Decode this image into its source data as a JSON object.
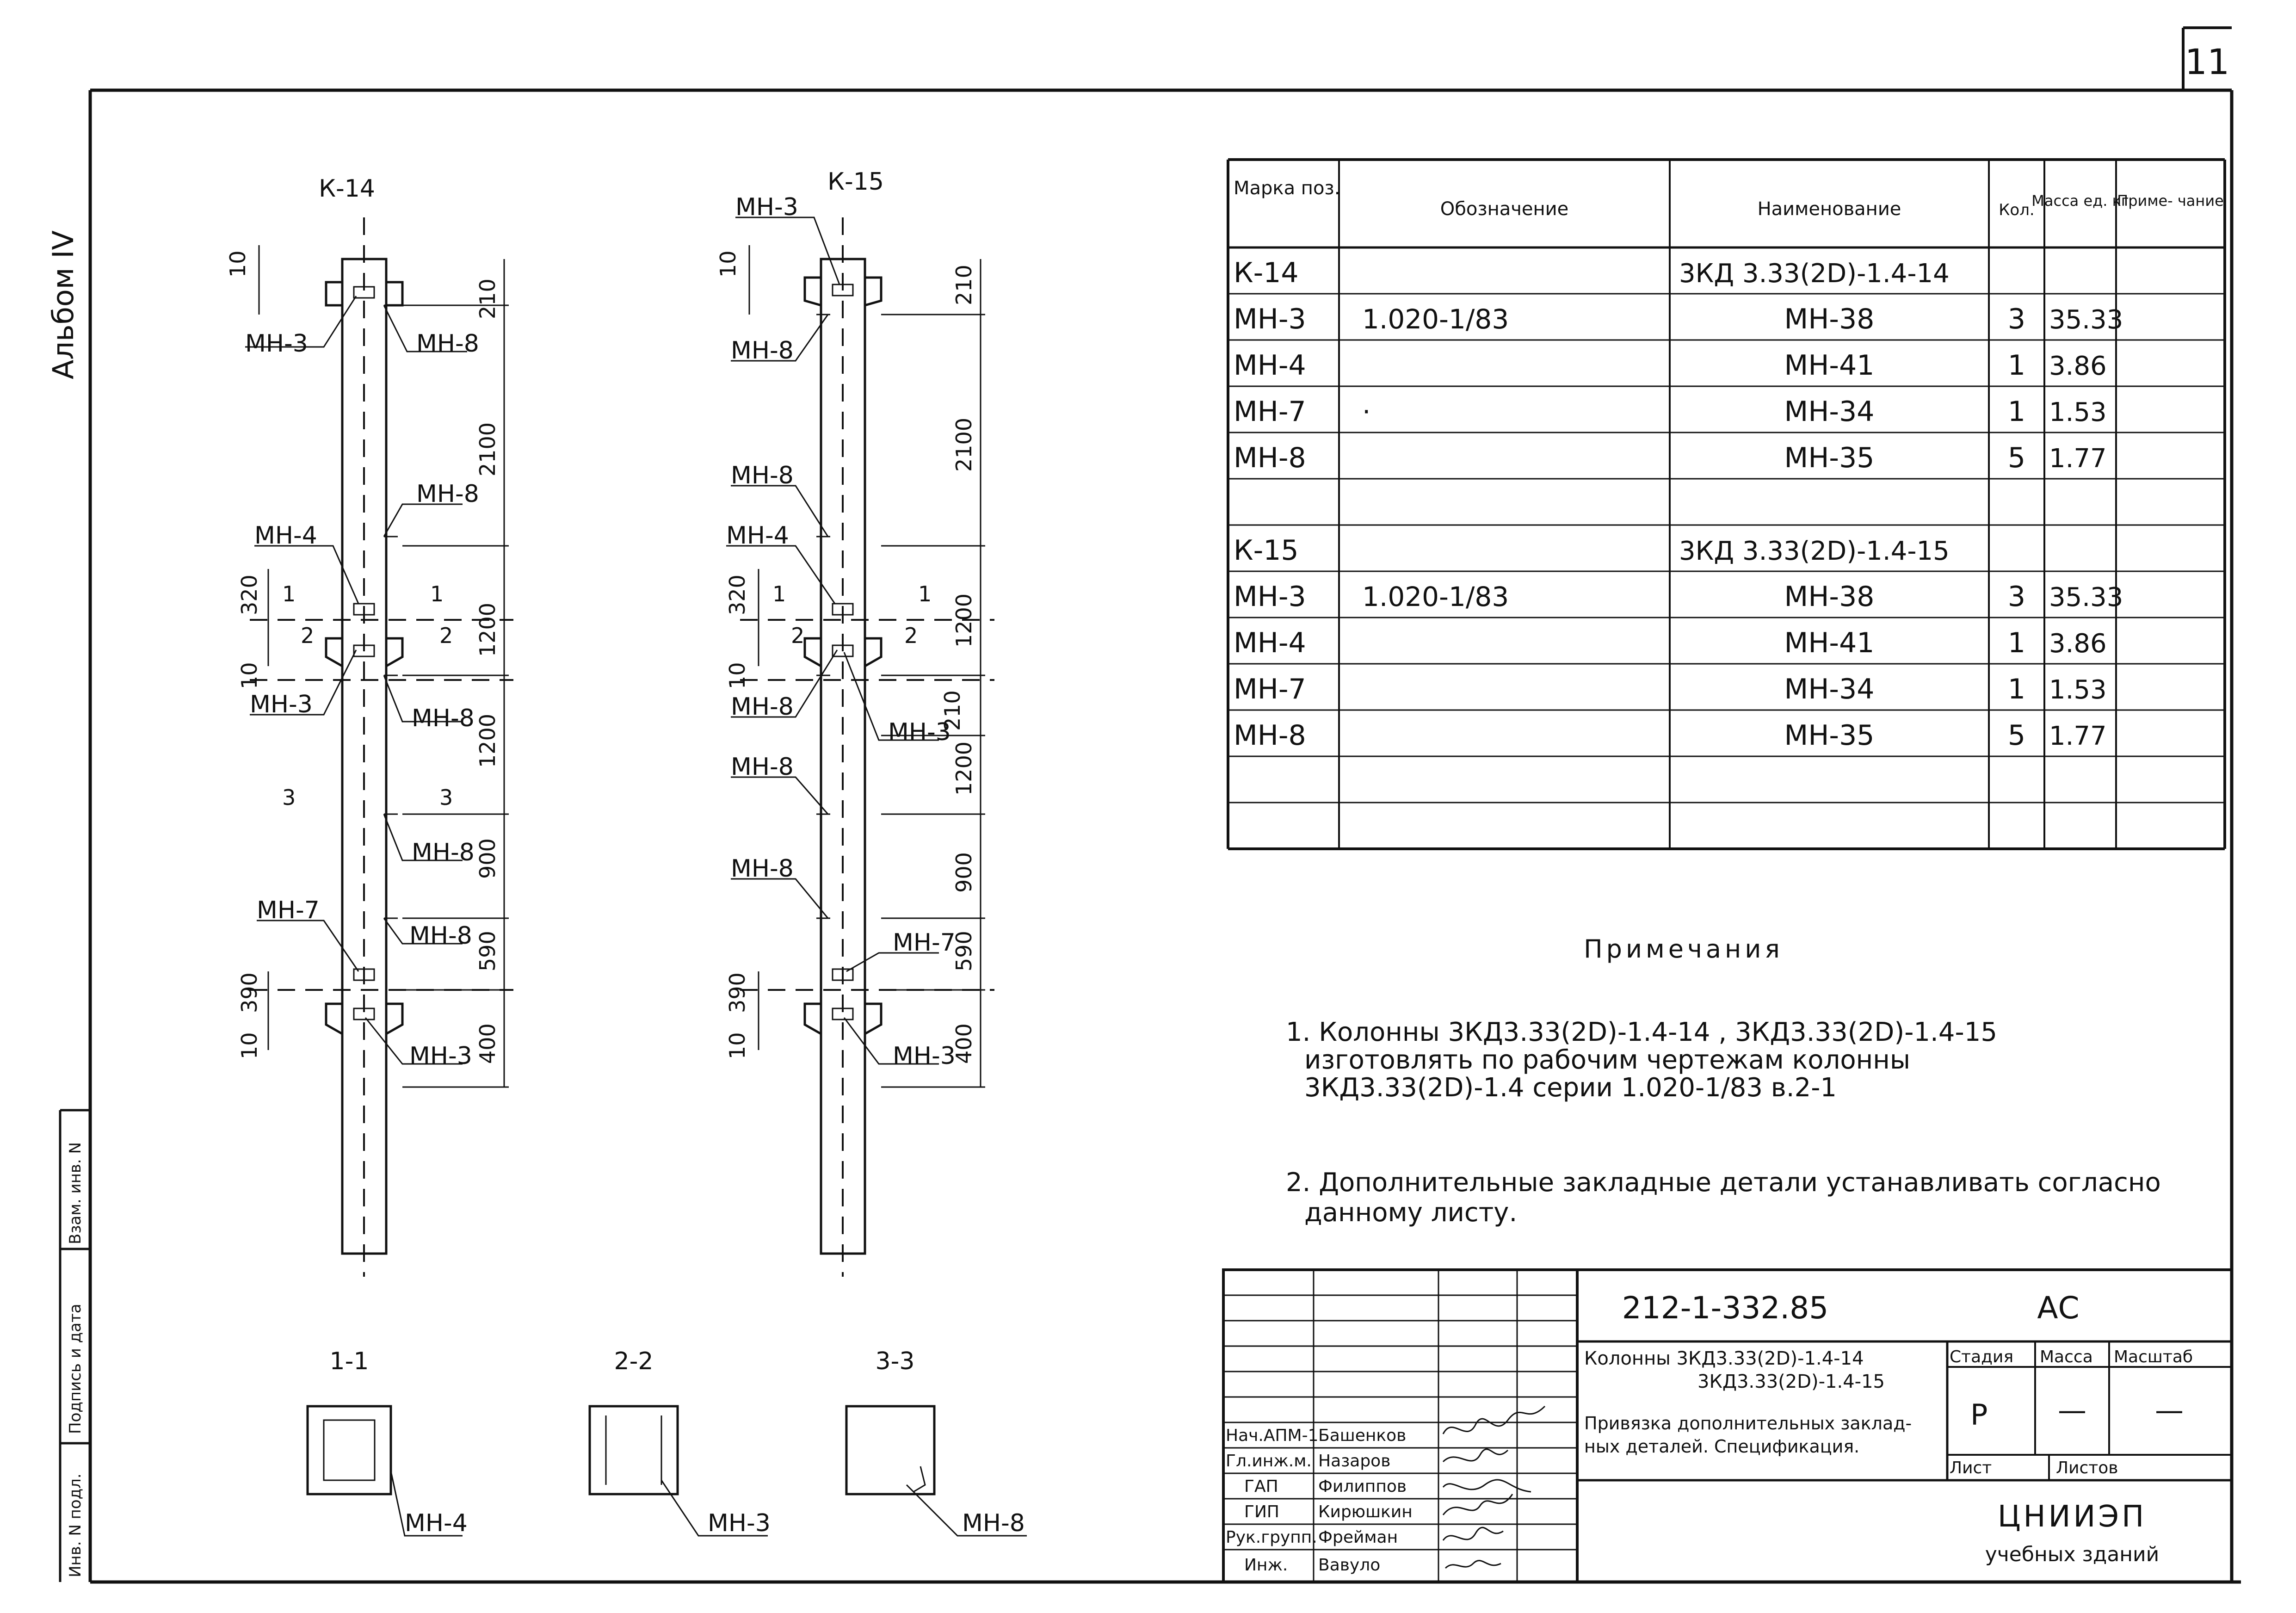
{
  "sheet": {
    "number": "11",
    "album": "Альбом IV",
    "side_labels": [
      "Инв. N подл.",
      "Подпись и дата",
      "Взам. инв. N"
    ]
  },
  "columns": [
    {
      "title": "К-14",
      "labels": [
        "МН-3",
        "МН-8",
        "МН-8",
        "МН-4",
        "МН-3",
        "МН-8",
        "МН-8",
        "МН-7",
        "МН-8",
        "МН-3"
      ],
      "dims": [
        "210",
        "2100",
        "1200",
        "1200",
        "900",
        "590",
        "400"
      ],
      "left_dims": [
        "10",
        "320",
        "10",
        "390",
        "10"
      ],
      "marks": [
        "1",
        "1",
        "2",
        "2",
        "3",
        "3"
      ]
    },
    {
      "title": "К-15",
      "labels": [
        "МН-3",
        "МН-8",
        "МН-8",
        "МН-4",
        "МН-8",
        "МН-3",
        "МН-8",
        "МН-8",
        "МН-7",
        "МН-3"
      ],
      "dims": [
        "210",
        "2100",
        "1200",
        "210",
        "1200",
        "900",
        "590",
        "400"
      ],
      "left_dims": [
        "10",
        "320",
        "10",
        "390",
        "10"
      ],
      "marks": [
        "1",
        "1",
        "2",
        "2"
      ]
    }
  ],
  "sections": [
    {
      "title": "1-1",
      "label": "МН-4"
    },
    {
      "title": "2-2",
      "label": "МН-3"
    },
    {
      "title": "3-3",
      "label": "МН-8"
    }
  ],
  "spec": {
    "headers": [
      "Марка поз.",
      "Обозначение",
      "Наименование",
      "Кол.",
      "Масса ед. кг",
      "Приме- чание"
    ],
    "rows": [
      [
        "К-14",
        "",
        "3КД 3.33(2D)-1.4-14",
        "",
        "",
        ""
      ],
      [
        "МН-3",
        "1.020-1/83",
        "МН-38",
        "3",
        "35.33",
        ""
      ],
      [
        "МН-4",
        "",
        "МН-41",
        "1",
        "3.86",
        ""
      ],
      [
        "МН-7",
        "·",
        "МН-34",
        "1",
        "1.53",
        ""
      ],
      [
        "МН-8",
        "",
        "МН-35",
        "5",
        "1.77",
        ""
      ],
      [
        "",
        "",
        "",
        "",
        "",
        ""
      ],
      [
        "К-15",
        "",
        "3КД 3.33(2D)-1.4-15",
        "",
        "",
        ""
      ],
      [
        "МН-3",
        "1.020-1/83",
        "МН-38",
        "3",
        "35.33",
        ""
      ],
      [
        "МН-4",
        "",
        "МН-41",
        "1",
        "3.86",
        ""
      ],
      [
        "МН-7",
        "",
        "МН-34",
        "1",
        "1.53",
        ""
      ],
      [
        "МН-8",
        "",
        "МН-35",
        "5",
        "1.77",
        ""
      ],
      [
        "",
        "",
        "",
        "",
        "",
        ""
      ],
      [
        "",
        "",
        "",
        "",
        "",
        ""
      ]
    ]
  },
  "notes": {
    "title": "Примечания",
    "items": [
      [
        "1. Колонны 3КД3.33(2D)-1.4-14 , 3КД3.33(2D)-1.4-15",
        "изготовлять по рабочим чертежам колонны",
        "3КД3.33(2D)-1.4 серии 1.020-1/83 в.2-1"
      ],
      [
        "2. Дополнительные закладные детали устанавливать согласно",
        "данному листу."
      ]
    ]
  },
  "title_block": {
    "code": "212-1-332.85",
    "suffix": "АС",
    "title_lines": [
      "Колонны 3КД3.33(2D)-1.4-14",
      "3КД3.33(2D)-1.4-15",
      "Привязка дополнительных заклад-",
      "ных деталей. Спецификация."
    ],
    "headers": {
      "stage": "Стадия",
      "mass": "Масса",
      "scale": "Масштаб",
      "sheet": "Лист",
      "sheets": "Листов"
    },
    "stage": "Р",
    "mass": "—",
    "scale": "—",
    "org": [
      "ЦНИИЭП",
      "учебных зданий"
    ],
    "staff": [
      {
        "role": "Нач.АПМ-1",
        "name": "Башенков"
      },
      {
        "role": "Гл.инж.м.",
        "name": "Назаров"
      },
      {
        "role": "ГАП",
        "name": "Филиппов"
      },
      {
        "role": "ГИП",
        "name": "Кирюшкин"
      },
      {
        "role": "Рук.групп.",
        "name": "Фрейман"
      },
      {
        "role": "Инж.",
        "name": "Вавуло"
      }
    ]
  }
}
